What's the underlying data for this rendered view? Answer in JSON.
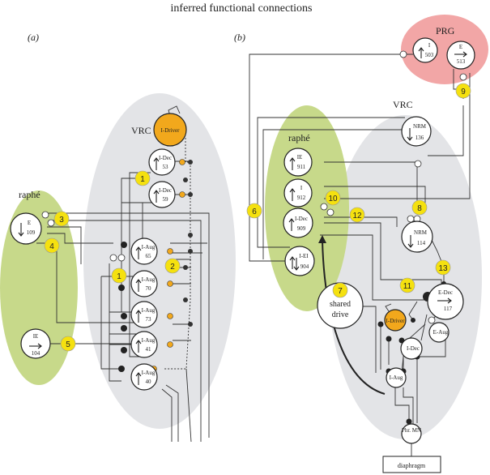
{
  "title": "inferred functional connections",
  "panels": {
    "a": {
      "label": "(a)",
      "regions": {
        "vrc": "VRC",
        "raphe": "raphé"
      },
      "neurons": {
        "i_driver": {
          "type": "I-Driver",
          "num": ""
        },
        "idec53": {
          "type": "I-Dec",
          "num": "53"
        },
        "idec59": {
          "type": "I-Dec",
          "num": "59"
        },
        "e109": {
          "type": "E",
          "num": "109"
        },
        "iaug65": {
          "type": "I-Aug",
          "num": "65"
        },
        "iaug70": {
          "type": "I-Aug",
          "num": "70"
        },
        "iaug73": {
          "type": "I-Aug",
          "num": "73"
        },
        "iaug41": {
          "type": "I-Aug",
          "num": "41"
        },
        "iaug40": {
          "type": "I-Aug",
          "num": "40"
        },
        "ie104": {
          "type": "IE",
          "num": "104"
        }
      },
      "badges": [
        "1",
        "1",
        "2",
        "3",
        "4",
        "5"
      ]
    },
    "b": {
      "label": "(b)",
      "regions": {
        "prg": "PRG",
        "vrc": "VRC",
        "raphe": "raphé"
      },
      "neurons": {
        "i503": {
          "type": "I",
          "num": "503"
        },
        "e513": {
          "type": "E",
          "num": "513"
        },
        "nrm136": {
          "type": "NRM",
          "num": "136"
        },
        "ie911": {
          "type": "IE",
          "num": "911"
        },
        "i912": {
          "type": "I",
          "num": "912"
        },
        "idec909": {
          "type": "I-Dec",
          "num": "909"
        },
        "iei904": {
          "type": "I-EI",
          "num": "904"
        },
        "nrm114": {
          "type": "NRM",
          "num": "114"
        },
        "edec117": {
          "type": "E-Dec",
          "num": "117"
        },
        "idriver": {
          "type": "I-Driver",
          "num": ""
        },
        "eaug": {
          "type": "E-Aug",
          "num": ""
        },
        "idec": {
          "type": "I-Dec",
          "num": ""
        },
        "iaug": {
          "type": "I-Aug",
          "num": ""
        },
        "phrmn": {
          "type": "Phr. MN",
          "num": ""
        }
      },
      "badges": [
        "6",
        "7",
        "8",
        "9",
        "10",
        "11",
        "12",
        "13"
      ],
      "shared_drive": [
        "shared",
        "drive"
      ],
      "diaphragm": "diaphragm"
    }
  },
  "colors": {
    "badge": "#f5e10f",
    "raphe": "#c7d98a",
    "vrc": "#e3e4e7",
    "prg": "#f2a6a6",
    "driver": "#f2a81c",
    "small_orange": "#f2a81c"
  }
}
